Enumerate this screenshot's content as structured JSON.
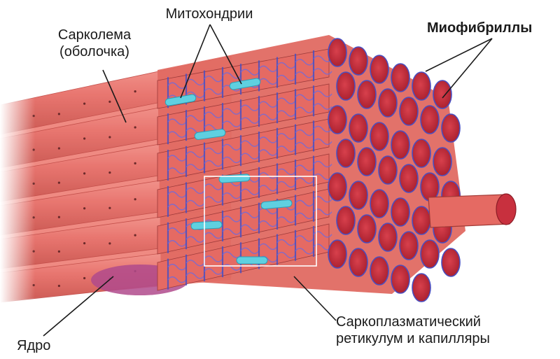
{
  "labels": {
    "mitochondria": "Митохондрии",
    "sarcolemma_line1": "Сарколема",
    "sarcolemma_line2": "(оболочка)",
    "myofibrils": "Миофибриллы",
    "nucleus": "Ядро",
    "sr_line1": "Саркоплазматический",
    "sr_line2": "ретикулум и капилляры"
  },
  "colors": {
    "fiber_membrane": "#e8746e",
    "fibril_face": "#c8303e",
    "reticulum": "#4a4fc0",
    "mitochondria": "#5fd0e0",
    "nucleus": "#b04a8c"
  }
}
